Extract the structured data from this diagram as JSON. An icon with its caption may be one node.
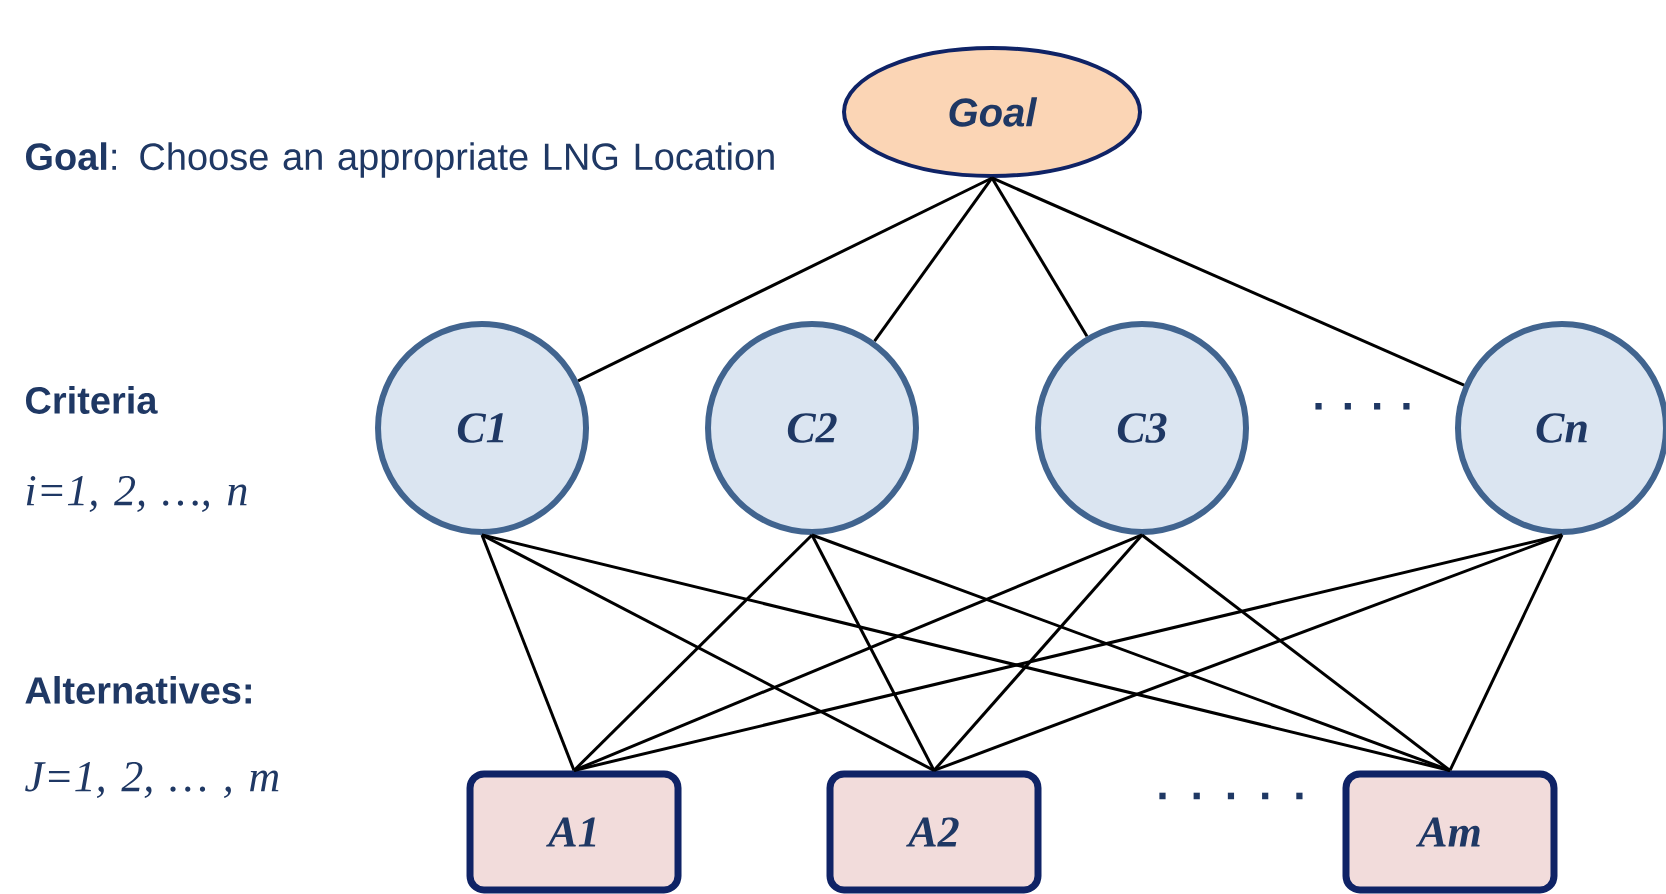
{
  "diagram": {
    "nodes": [
      {
        "text": [
          "Goal"
        ]
      },
      {
        "text": [
          "C1"
        ]
      },
      {
        "text": [
          "C2"
        ]
      },
      {
        "text": [
          "C3"
        ]
      },
      {
        "text": [
          "Cn"
        ]
      },
      {
        "text": [
          "A1"
        ]
      },
      {
        "text": [
          "A2"
        ]
      },
      {
        "text": [
          "Am"
        ]
      }
    ],
    "edges": [
      {
        "from": 0,
        "to": 1,
        "arrow": "none"
      },
      {
        "from": 0,
        "to": 2,
        "arrow": "none"
      },
      {
        "from": 0,
        "to": 3,
        "arrow": "none"
      },
      {
        "from": 0,
        "to": 4,
        "arrow": "none"
      },
      {
        "from": 1,
        "to": 5,
        "arrow": "none"
      },
      {
        "from": 1,
        "to": 6,
        "arrow": "none"
      },
      {
        "from": 1,
        "to": 7,
        "arrow": "none"
      },
      {
        "from": 2,
        "to": 5,
        "arrow": "none"
      },
      {
        "from": 2,
        "to": 6,
        "arrow": "none"
      },
      {
        "from": 2,
        "to": 7,
        "arrow": "none"
      },
      {
        "from": 3,
        "to": 5,
        "arrow": "none"
      },
      {
        "from": 3,
        "to": 6,
        "arrow": "none"
      },
      {
        "from": 3,
        "to": 7,
        "arrow": "none"
      },
      {
        "from": 4,
        "to": 5,
        "arrow": "none"
      },
      {
        "from": 4,
        "to": 6,
        "arrow": "none"
      },
      {
        "from": 4,
        "to": 7,
        "arrow": "none"
      }
    ],
    "labels": [
      "**Goal**: Choose an appropriate LNG Location",
      "Criteria",
      "i=1, 2, …, n",
      "· · · ·",
      "**Alternatives**:",
      "J=1, 2, … , m",
      ". . . . ."
    ]
  }
}
